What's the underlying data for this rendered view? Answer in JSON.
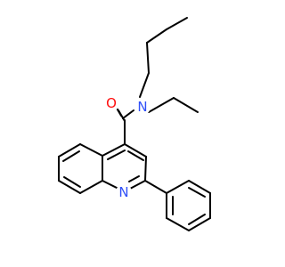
{
  "molecule": {
    "atoms": {
      "oxygen": {
        "label": "O",
        "color": "#ff0d0d"
      },
      "amide_nitrogen": {
        "label": "N",
        "color": "#3050f8"
      },
      "ring_nitrogen": {
        "label": "N",
        "color": "#3050f8"
      }
    },
    "bond_color": "#000000",
    "background": "#ffffff"
  }
}
